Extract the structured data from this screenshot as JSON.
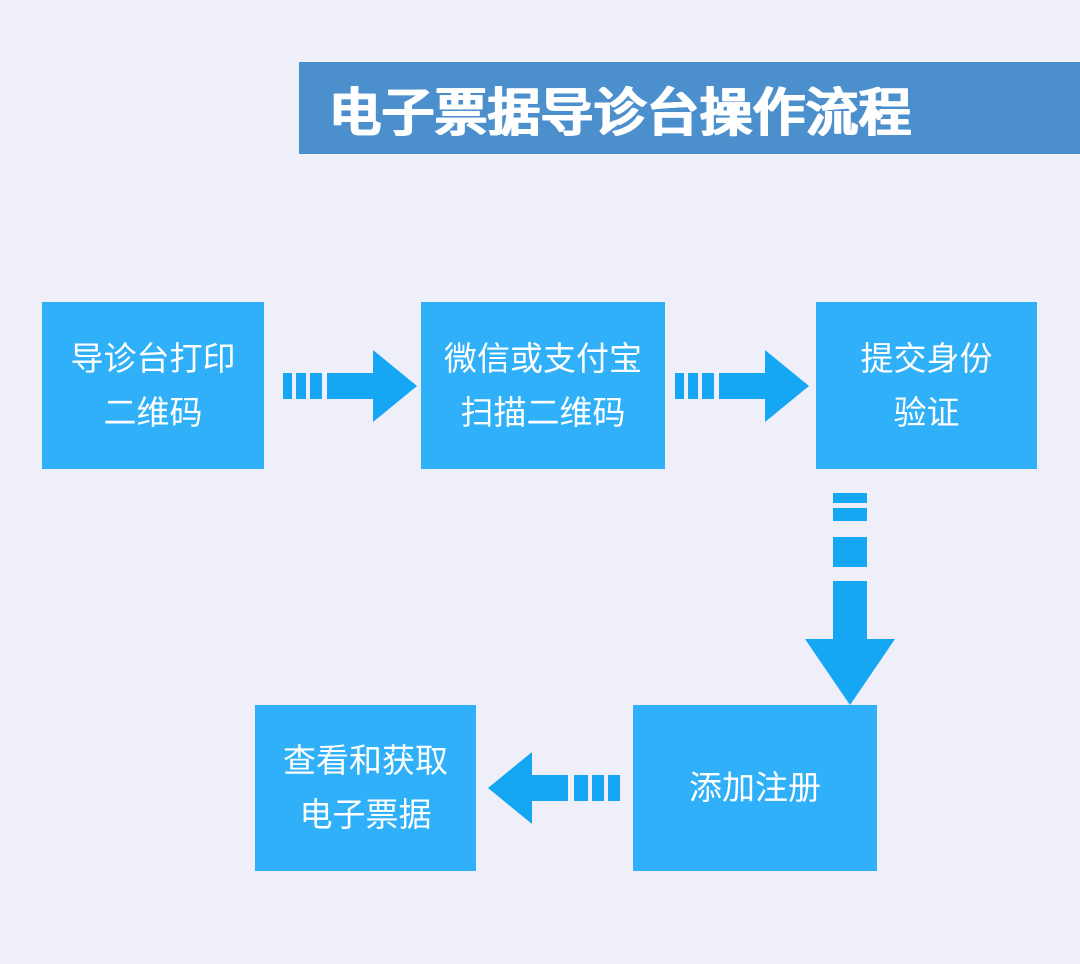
{
  "title": "电子票据导诊台操作流程",
  "steps": [
    {
      "id": "print-qr",
      "lines": [
        "导诊台打印",
        "二维码"
      ]
    },
    {
      "id": "scan-qr",
      "lines": [
        "微信或支付宝",
        "扫描二维码"
      ]
    },
    {
      "id": "identity",
      "lines": [
        "提交身份",
        "验证"
      ]
    },
    {
      "id": "register",
      "lines": [
        "添加注册"
      ]
    },
    {
      "id": "get-receipt",
      "lines": [
        "查看和获取",
        "电子票据"
      ]
    }
  ],
  "colors": {
    "background": "#eeeff9",
    "banner": "#4c8fcd",
    "step_box": "#2fb0f8",
    "arrow": "#15a6f4",
    "text": "#ffffff"
  },
  "arrows": [
    {
      "from": "print-qr",
      "to": "scan-qr",
      "direction": "right"
    },
    {
      "from": "scan-qr",
      "to": "identity",
      "direction": "right"
    },
    {
      "from": "identity",
      "to": "register",
      "direction": "down"
    },
    {
      "from": "register",
      "to": "get-receipt",
      "direction": "left"
    }
  ]
}
